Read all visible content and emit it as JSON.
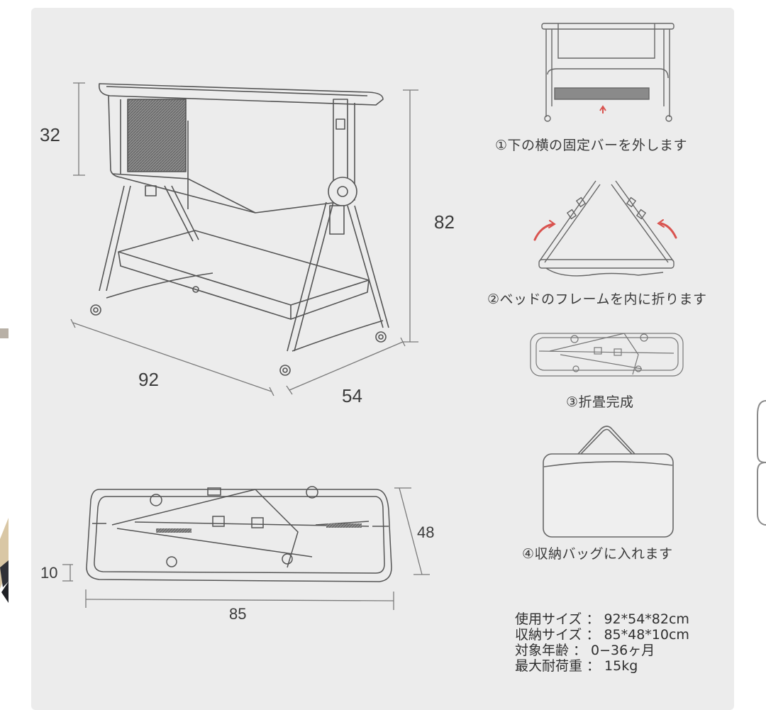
{
  "main_drawing": {
    "dimensions": {
      "basket_depth": "32",
      "total_height": "82",
      "length": "92",
      "width": "54"
    }
  },
  "folded_drawing": {
    "dimensions": {
      "thickness": "10",
      "depth": "48",
      "length": "85"
    }
  },
  "steps": [
    {
      "label": "①下の横の固定バーを外します",
      "icon": "crib-front-view-icon"
    },
    {
      "label": "②ベッドのフレームを内に折ります",
      "icon": "folding-frame-icon"
    },
    {
      "label": "③折畳完成",
      "icon": "folded-frame-icon"
    },
    {
      "label": "④収納バッグに入れます",
      "icon": "storage-bag-icon"
    }
  ],
  "specs": [
    {
      "key": "使用サイズ",
      "value": "92*54*82cm"
    },
    {
      "key": "収納サイズ",
      "value": "85*48*10cm"
    },
    {
      "key": "対象年齢",
      "value": "0−36ヶ月"
    },
    {
      "key": "最大耐荷重",
      "value": "15kg"
    }
  ],
  "colors": {
    "card_bg": "#ececec",
    "line": "#5a5a5a",
    "mesh": "#6e6e6e",
    "arrow_red": "#d9534f"
  }
}
